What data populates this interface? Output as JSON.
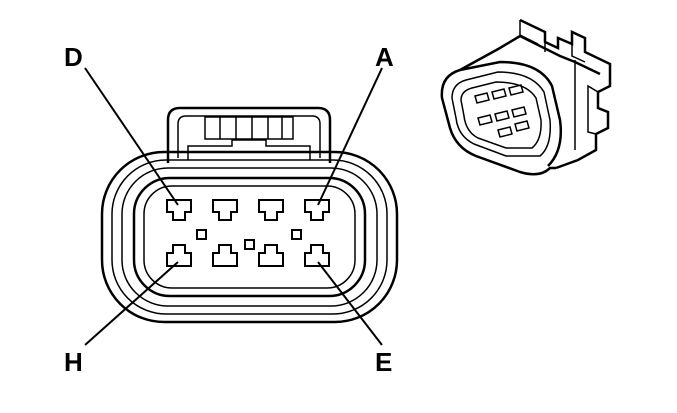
{
  "figure": {
    "type": "connector-face-diagram",
    "cavity_labels": {
      "top_left": "D",
      "top_right": "A",
      "bottom_left": "H",
      "bottom_right": "E"
    },
    "cavity_rows": 2,
    "cavities_per_row": 4,
    "colors": {
      "line": "#000000",
      "background": "#ffffff"
    }
  }
}
